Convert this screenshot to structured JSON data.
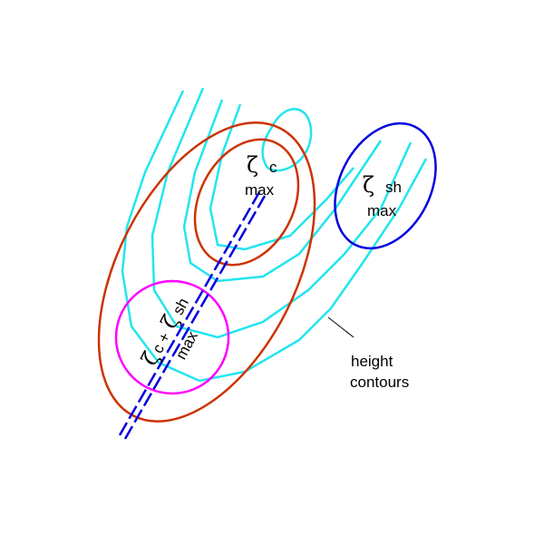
{
  "labels": {
    "zeta_symbol": "ζ",
    "c_sub": "c",
    "sh_sub": "sh",
    "max": "max",
    "combined_sub": "c + ",
    "height": "height",
    "contours": "contours"
  },
  "colors": {
    "contours": "#00ffff",
    "vorticity_c": "#cc3300",
    "vorticity_sh": "#0000dd",
    "combined": "#ff00ff",
    "axis": "#0000dd"
  }
}
